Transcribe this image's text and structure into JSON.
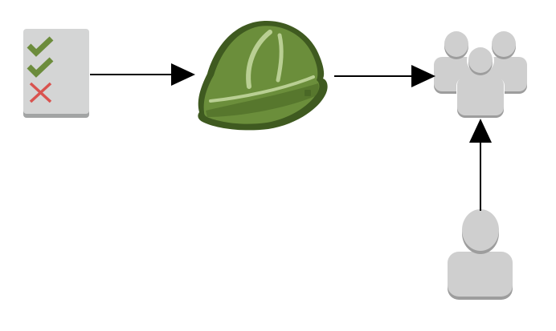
{
  "diagram": {
    "nodes": [
      {
        "id": "checklist",
        "icon": "checklist-icon",
        "marks": [
          "check",
          "check",
          "cross"
        ]
      },
      {
        "id": "hard-hat",
        "icon": "hard-hat-icon"
      },
      {
        "id": "user-group",
        "icon": "user-group-icon"
      },
      {
        "id": "single-user",
        "icon": "user-icon"
      }
    ],
    "edges": [
      {
        "from": "checklist",
        "to": "hard-hat",
        "style": "solid",
        "arrowhead": "triangle"
      },
      {
        "from": "hard-hat",
        "to": "user-group",
        "style": "solid",
        "arrowhead": "triangle"
      },
      {
        "from": "single-user",
        "to": "user-group",
        "style": "solid",
        "arrowhead": "triangle"
      }
    ],
    "colors": {
      "check": "#6c8c3c",
      "cross": "#d9534f",
      "card": "#d4d5d5",
      "card_shadow": "#9fa1a1",
      "helmet": "#6b8e3b",
      "helmet_dark": "#3f5a20",
      "helmet_highlight": "#b9cf93",
      "person": "#cfcfcf",
      "person_shade": "#9d9d9d",
      "arrow": "#000000",
      "background": "#ffffff"
    }
  }
}
